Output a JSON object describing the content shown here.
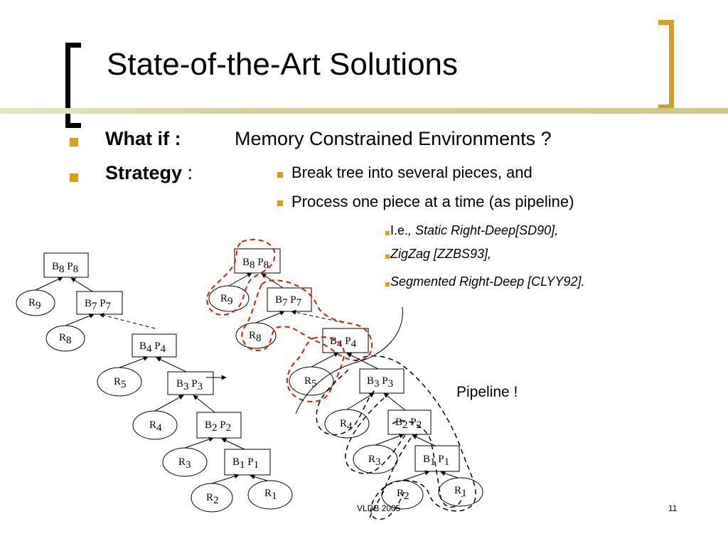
{
  "slide": {
    "title": "State-of-the-Art Solutions",
    "bullets": {
      "whatif_label": "What if  :",
      "whatif_text": "Memory Constrained Environments ?",
      "strategy_label": "Strategy",
      "strategy_colon": " :"
    },
    "sub_bullets": [
      "Break tree into several pieces,  and",
      "Process one piece at a time (as pipeline)"
    ],
    "refs": {
      "ie_prefix": "I.e.",
      "ie_text": ", Static Right-Deep[SD90],",
      "zigzag": "ZigZag [ZZBS93],",
      "segmented": "Segmented Right-Deep [CLYY92]."
    },
    "pipeline_label": "Pipeline !",
    "footer_center": "VLDB 2005",
    "page_number": "11"
  },
  "colors": {
    "accent": "#d4a017",
    "red_dashed": "#cc2200",
    "black": "#000000"
  }
}
